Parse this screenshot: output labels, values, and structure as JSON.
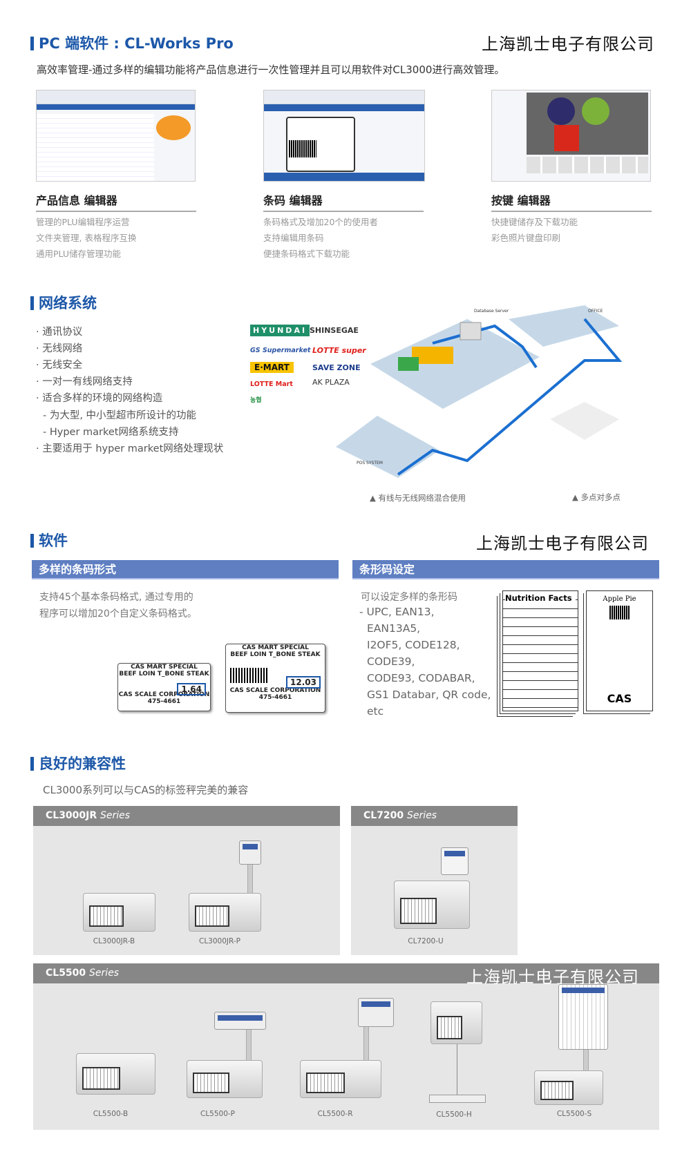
{
  "company": "上海凯士电子有限公司",
  "pc": {
    "title": "PC 端软件 : CL-Works Pro",
    "subtitle": "高效率管理-通过多样的编辑功能将产品信息进行一次性管理并且可以用软件对CL3000进行高效管理。",
    "editors": [
      {
        "title": "产品信息 编辑器",
        "lines": [
          "管理的PLU编辑程序运营",
          "文件夹管理, 表格程序互换",
          "通用PLU储存管理功能"
        ]
      },
      {
        "title": "条码 编辑器",
        "lines": [
          "条码格式及增加20个的使用者",
          "支持编辑用条码",
          "便捷条码格式下载功能"
        ]
      },
      {
        "title": "按键 编辑器",
        "lines": [
          "快捷键储存及下载功能",
          "彩色照片键盘印刷"
        ]
      }
    ]
  },
  "network": {
    "title": "网络系统",
    "bullets": [
      "· 通讯协议",
      "· 无线网络",
      "· 无线安全",
      "· 一对一有线网络支持",
      "· 适合多样的环境的网络构造",
      "  - 为大型, 中小型超市所设计的功能",
      "  - Hyper market网络系统支持",
      "· 主要适用于 hyper market网络处理现状"
    ],
    "logos": [
      "HYUNDAI",
      "SHINSEGAE",
      "GS Supermarket",
      "LOTTE super",
      "E·MART",
      "SAVE ZONE",
      "LOTTE Mart",
      "AK PLAZA",
      "농협"
    ],
    "diagram_labels": [
      "OFFICE",
      "Database Server",
      "POS SYSTEM"
    ],
    "captions": [
      "▲ 有线与无线网络混合使用",
      "▲ 多点对多点"
    ]
  },
  "software": {
    "title": "软件",
    "left_bar": "多样的条码形式",
    "left_text": [
      "支持45个基本条码格式, 通过专用的",
      "程序可以增加20个自定义条码格式。"
    ],
    "right_bar": "条形码设定",
    "right_intro": "可以设定多样的条形码",
    "codes": [
      "- UPC, EAN13,",
      "EAN13A5,",
      "I2OF5, CODE128,",
      "CODE39,",
      "CODE93, CODABAR,",
      "GS1 Databar, QR code,",
      "etc"
    ],
    "label_a": {
      "l1": "CAS MART SPECIAL",
      "l2": "BEEF LOIN T_BONE STEAK",
      "price": "1.64",
      "corp": "CAS SCALE CORPORATION",
      "tel": "475-4661"
    },
    "label_b": {
      "l1": "CAS MART SPECIAL",
      "l2": "BEEF LOIN T_BONE STEAK",
      "price": "12.03",
      "corp": "CAS SCALE CORPORATION",
      "tel": "475-4661"
    },
    "nutrition": "Nutrition Facts",
    "apple": "Apple Pie",
    "cas": "CAS"
  },
  "compat": {
    "title": "良好的兼容性",
    "desc": "CL3000系列可以与CAS的标签秤完美的兼容",
    "panels": [
      {
        "name": "CL3000JR",
        "series": "Series",
        "models": [
          "CL3000JR-B",
          "CL3000JR-P"
        ]
      },
      {
        "name": "CL7200",
        "series": "Series",
        "models": [
          "CL7200-U"
        ]
      },
      {
        "name": "CL5500",
        "series": "Series",
        "models": [
          "CL5500-B",
          "CL5500-P",
          "CL5500-R",
          "CL5500-H",
          "CL5500-S"
        ]
      }
    ]
  }
}
